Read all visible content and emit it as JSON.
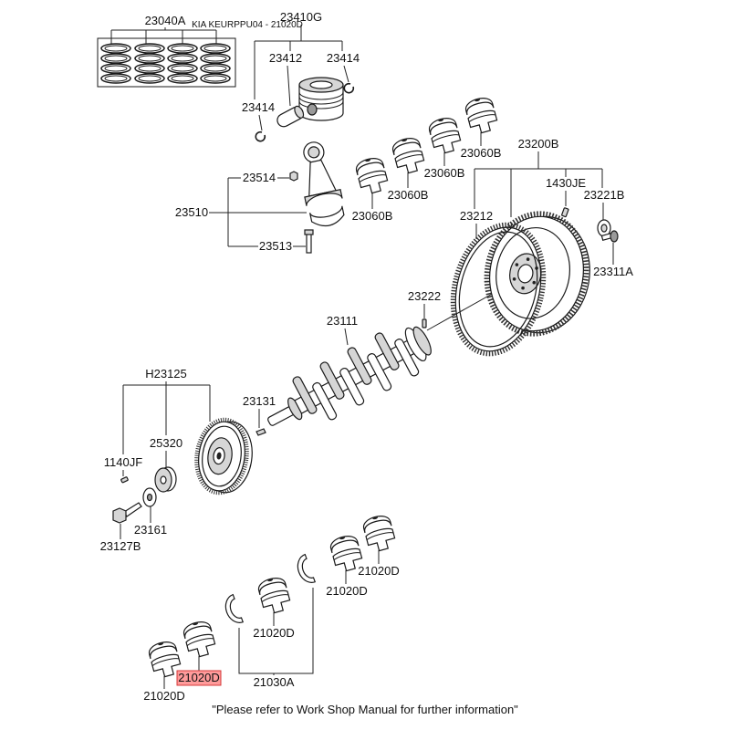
{
  "header": {
    "catalog_ref": "KIA KEURPPU04 - 21020D"
  },
  "callouts": [
    {
      "part_no": "23040A"
    },
    {
      "part_no": "23410G"
    },
    {
      "part_no": "23412"
    },
    {
      "part_no": "23414"
    },
    {
      "part_no": "23414"
    },
    {
      "part_no": "23514"
    },
    {
      "part_no": "23510"
    },
    {
      "part_no": "23513"
    },
    {
      "part_no": "23060B"
    },
    {
      "part_no": "23060B"
    },
    {
      "part_no": "23060B"
    },
    {
      "part_no": "23060B"
    },
    {
      "part_no": "23200B"
    },
    {
      "part_no": "1430JE"
    },
    {
      "part_no": "23221B"
    },
    {
      "part_no": "23212"
    },
    {
      "part_no": "23311A"
    },
    {
      "part_no": "23222"
    },
    {
      "part_no": "23111"
    },
    {
      "part_no": "H23125"
    },
    {
      "part_no": "23131"
    },
    {
      "part_no": "25320"
    },
    {
      "part_no": "1140JF"
    },
    {
      "part_no": "23161"
    },
    {
      "part_no": "23127B"
    },
    {
      "part_no": "21020D"
    },
    {
      "part_no": "21020D"
    },
    {
      "part_no": "21020D"
    },
    {
      "part_no": "21030A"
    },
    {
      "part_no": "21020D"
    },
    {
      "part_no": "21020D",
      "highlighted": true
    }
  ],
  "footer": {
    "note": "\"Please refer to Work Shop Manual for further information\""
  },
  "colors": {
    "ink": "#1a1a1a",
    "highlight_fill": "#ff9b9b",
    "highlight_border": "#d63a3a"
  }
}
